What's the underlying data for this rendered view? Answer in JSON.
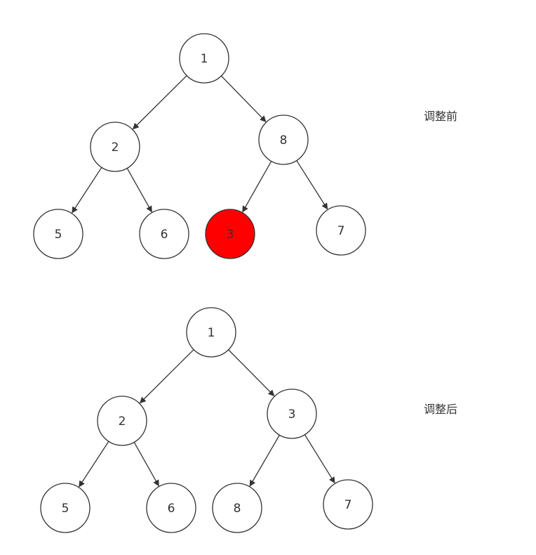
{
  "colors": {
    "node_fill": "#ffffff",
    "highlight_fill": "#ff0000",
    "stroke": "#333333"
  },
  "trees": [
    {
      "id": "before",
      "caption": "调整前",
      "nodes": [
        {
          "id": "b1",
          "label": "1",
          "highlight": false
        },
        {
          "id": "b2",
          "label": "2",
          "highlight": false
        },
        {
          "id": "b8",
          "label": "8",
          "highlight": false
        },
        {
          "id": "b5",
          "label": "5",
          "highlight": false
        },
        {
          "id": "b6",
          "label": "6",
          "highlight": false
        },
        {
          "id": "b3",
          "label": "3",
          "highlight": true
        },
        {
          "id": "b7",
          "label": "7",
          "highlight": false
        }
      ],
      "edges": [
        [
          "b1",
          "b2"
        ],
        [
          "b1",
          "b8"
        ],
        [
          "b2",
          "b5"
        ],
        [
          "b2",
          "b6"
        ],
        [
          "b8",
          "b3"
        ],
        [
          "b8",
          "b7"
        ]
      ]
    },
    {
      "id": "after",
      "caption": "调整后",
      "nodes": [
        {
          "id": "a1",
          "label": "1",
          "highlight": false
        },
        {
          "id": "a2",
          "label": "2",
          "highlight": false
        },
        {
          "id": "a3",
          "label": "3",
          "highlight": false
        },
        {
          "id": "a5",
          "label": "5",
          "highlight": false
        },
        {
          "id": "a6",
          "label": "6",
          "highlight": false
        },
        {
          "id": "a8",
          "label": "8",
          "highlight": false
        },
        {
          "id": "a7",
          "label": "7",
          "highlight": false
        }
      ],
      "edges": [
        [
          "a1",
          "a2"
        ],
        [
          "a1",
          "a3"
        ],
        [
          "a2",
          "a5"
        ],
        [
          "a2",
          "a6"
        ],
        [
          "a3",
          "a8"
        ],
        [
          "a3",
          "a7"
        ]
      ]
    }
  ]
}
